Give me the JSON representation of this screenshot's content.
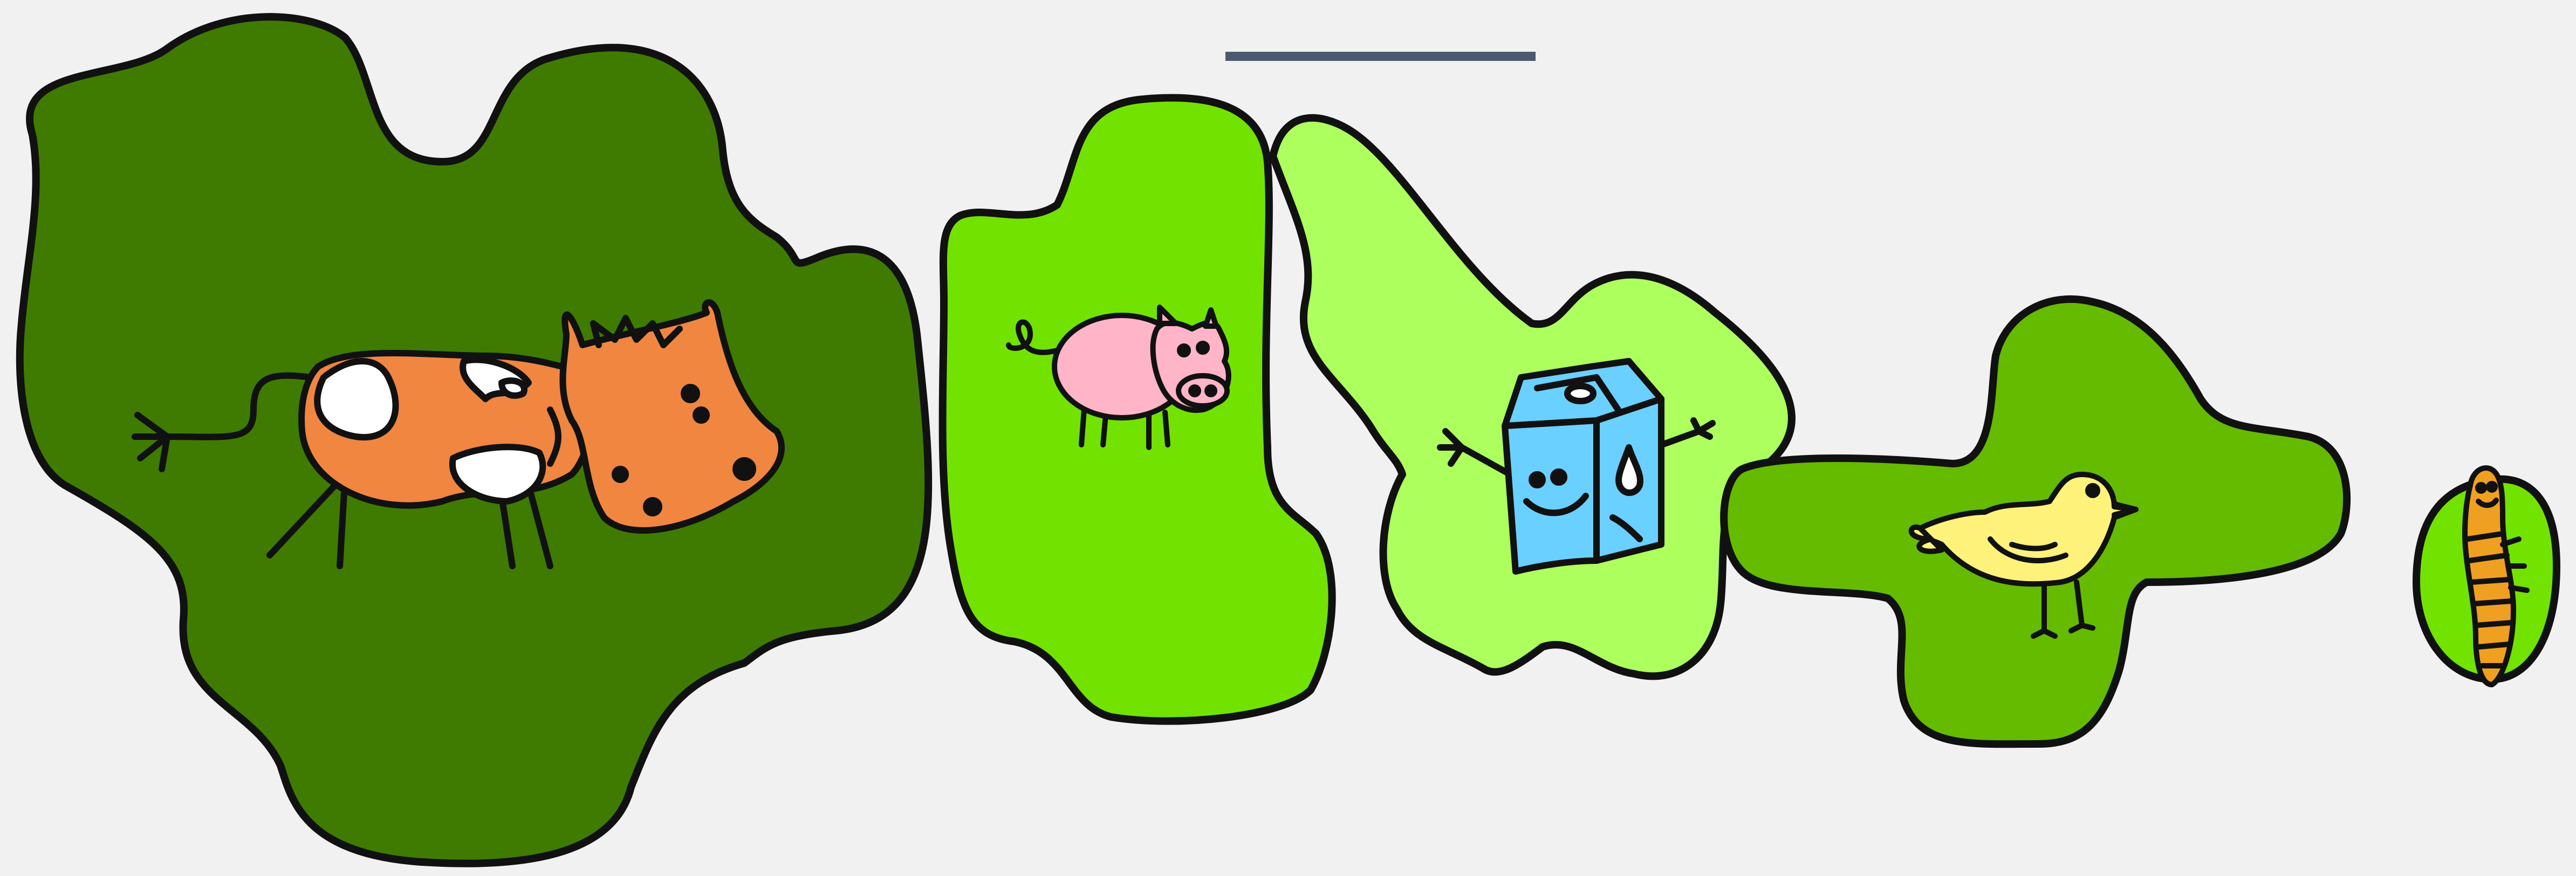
{
  "background_color": "#f1f1f1",
  "title_bar": {
    "color": "#4b5a6e"
  },
  "blobs": [
    {
      "name": "cow-blob",
      "color": "#3f7b00",
      "animal": "cow-icon"
    },
    {
      "name": "pig-blob",
      "color": "#72e300",
      "animal": "pig-icon"
    },
    {
      "name": "milk-blob",
      "color": "#acff5c",
      "animal": "milk-carton-icon"
    },
    {
      "name": "chick-blob",
      "color": "#64bb00",
      "animal": "chick-icon"
    },
    {
      "name": "worm-blob",
      "color": "#72e300",
      "animal": "worm-icon"
    }
  ],
  "animal_colors": {
    "cow": "#f08640",
    "pig": "#ffb4c8",
    "milk_carton": "#6ad0ff",
    "chick": "#fff27a",
    "worm": "#f0a020"
  }
}
